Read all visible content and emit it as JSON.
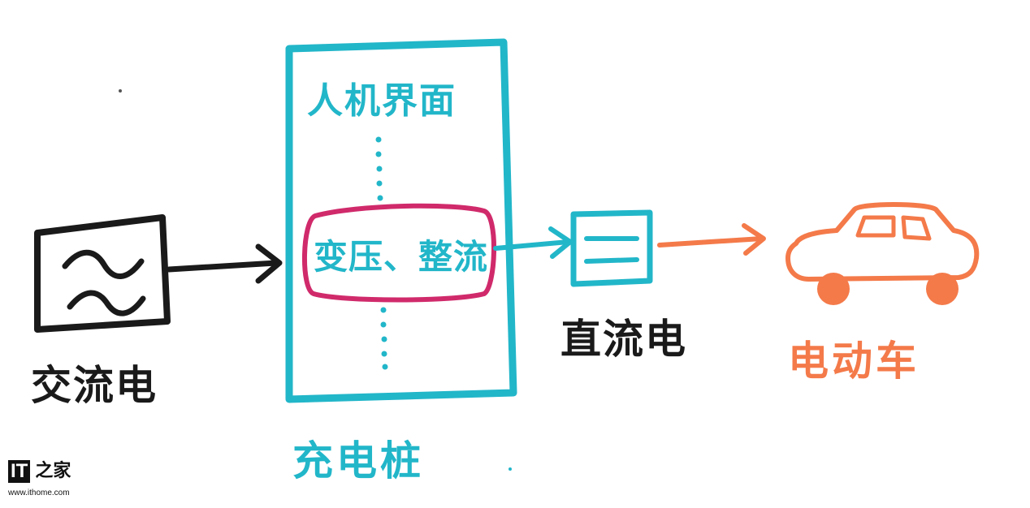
{
  "labels": {
    "ac_power": "交流电",
    "hmi": "人机界面",
    "transform_rectify": "变压、整流",
    "dc_power": "直流电",
    "electric_vehicle": "电动车",
    "charging_pile": "充电桩"
  },
  "watermark": {
    "logo_it": "IT",
    "logo_home": "之家",
    "url": "www.ithome.com"
  },
  "colors": {
    "black": "#1a1a1a",
    "cyan": "#22b6c9",
    "magenta": "#d02a6b",
    "orange": "#f47a4a"
  },
  "icons": {
    "ac_source": "sine-wave-icon",
    "dc_source": "dc-equals-icon",
    "vehicle": "car-icon"
  }
}
